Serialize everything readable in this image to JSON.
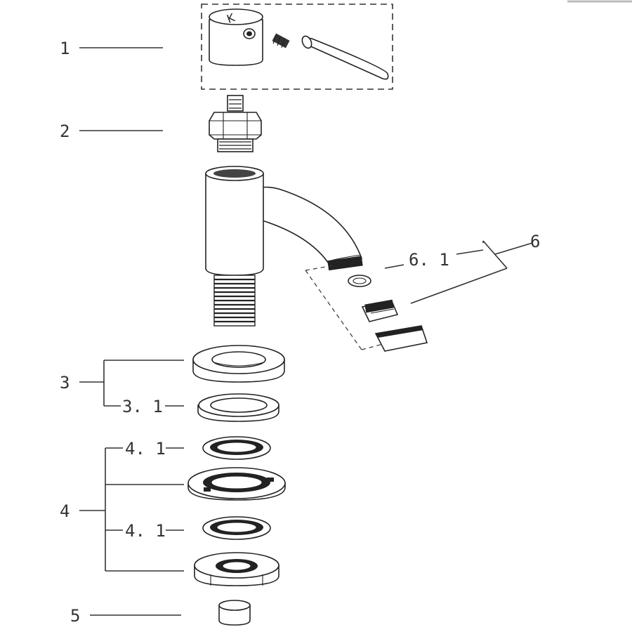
{
  "callouts": {
    "c1": "1",
    "c2": "2",
    "c3": "3",
    "c3_1": "3. 1",
    "c4": "4",
    "c4_1_top": "4. 1",
    "c4_1_bottom": "4. 1",
    "c5": "5",
    "c6": "6",
    "c6_1": "6. 1"
  },
  "handle_mark": "K"
}
